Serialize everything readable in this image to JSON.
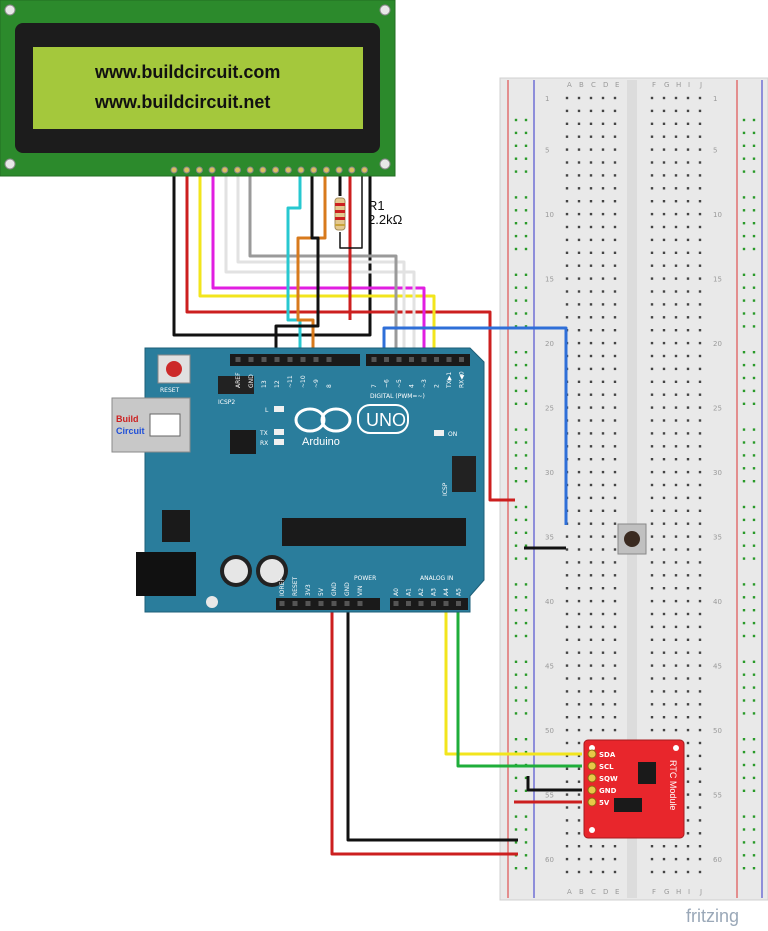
{
  "lcd": {
    "line1": "www.buildcircuit.com",
    "line2": "www.buildcircuit.net",
    "color_bezel": "#2c8a2c",
    "color_screen": "#a4c83c"
  },
  "resistor": {
    "name": "R1",
    "value": "2.2kΩ"
  },
  "arduino": {
    "logo_text": "Arduino",
    "model": "UNO",
    "reset_label": "RESET",
    "icsp2_label": "ICSP2",
    "icsp_label": "ICSP",
    "digital_label": "DIGITAL (PWM=~)",
    "power_label": "POWER",
    "analog_label": "ANALOG IN",
    "on_label": "ON",
    "l_label": "L",
    "tx_label": "TX",
    "rx_label": "RX",
    "color_board": "#2a7d9c",
    "top_pins": [
      "AREF",
      "GND",
      "13",
      "12",
      "~11",
      "~10",
      "~9",
      "8",
      "7",
      "~6",
      "~5",
      "4",
      "~3",
      "2",
      "TX▶1",
      "RX◀0"
    ],
    "power_pins": [
      "IOREF",
      "RESET",
      "3V3",
      "5V",
      "GND",
      "GND",
      "VIN"
    ],
    "analog_pins": [
      "A0",
      "A1",
      "A2",
      "A3",
      "A4",
      "A5"
    ],
    "usb_brand_1": "Build",
    "usb_brand_2": "Circuit"
  },
  "breadboard": {
    "col_letters_left": [
      "A",
      "B",
      "C",
      "D",
      "E"
    ],
    "col_letters_right": [
      "F",
      "G",
      "H",
      "I",
      "J"
    ],
    "row_numbers": [
      "1",
      "5",
      "10",
      "15",
      "20",
      "25",
      "30",
      "35",
      "40",
      "45",
      "50",
      "55",
      "60"
    ]
  },
  "rtc": {
    "title": "RTC Module",
    "pins": [
      "SDA",
      "SCL",
      "SQW",
      "GND",
      "5V"
    ],
    "color": "#e8262c"
  },
  "footer": {
    "brand": "fritzing"
  },
  "wire_colors": {
    "black": "#111111",
    "red": "#cc1f1f",
    "yellow": "#f2e51c",
    "magenta": "#e11ee1",
    "white": "#e8e8e8",
    "grey": "#9a9a9a",
    "cyan": "#27c8d0",
    "orange": "#d87a1c",
    "blue": "#2f6fd8",
    "green": "#1fae3a"
  }
}
